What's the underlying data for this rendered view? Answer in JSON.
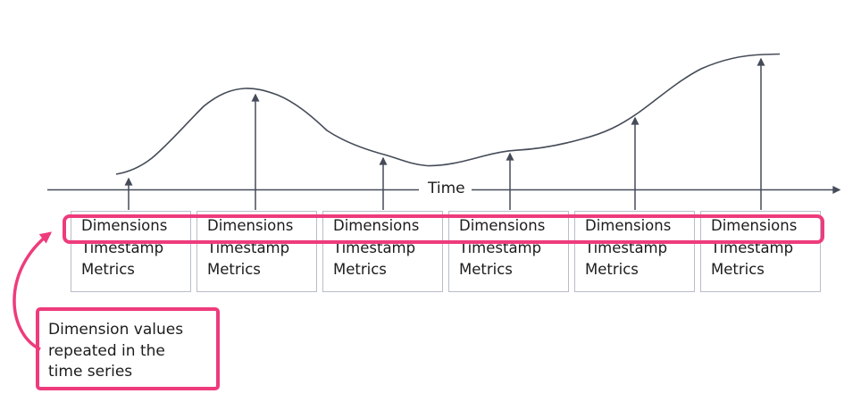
{
  "axis": {
    "label": "Time"
  },
  "records": [
    {
      "dimensions": "Dimensions",
      "timestamp": "Timestamp",
      "metrics": "Metrics"
    },
    {
      "dimensions": "Dimensions",
      "timestamp": "Timestamp",
      "metrics": "Metrics"
    },
    {
      "dimensions": "Dimensions",
      "timestamp": "Timestamp",
      "metrics": "Metrics"
    },
    {
      "dimensions": "Dimensions",
      "timestamp": "Timestamp",
      "metrics": "Metrics"
    },
    {
      "dimensions": "Dimensions",
      "timestamp": "Timestamp",
      "metrics": "Metrics"
    },
    {
      "dimensions": "Dimensions",
      "timestamp": "Timestamp",
      "metrics": "Metrics"
    }
  ],
  "callout": {
    "lines": [
      "Dimension values",
      "repeated in the",
      "time series"
    ]
  },
  "colors": {
    "accent_pink": "#ee3b7c",
    "stroke_dark": "#454b58",
    "box_border": "#b9bdc9",
    "text": "#1c1c1c",
    "background": "#ffffff"
  }
}
